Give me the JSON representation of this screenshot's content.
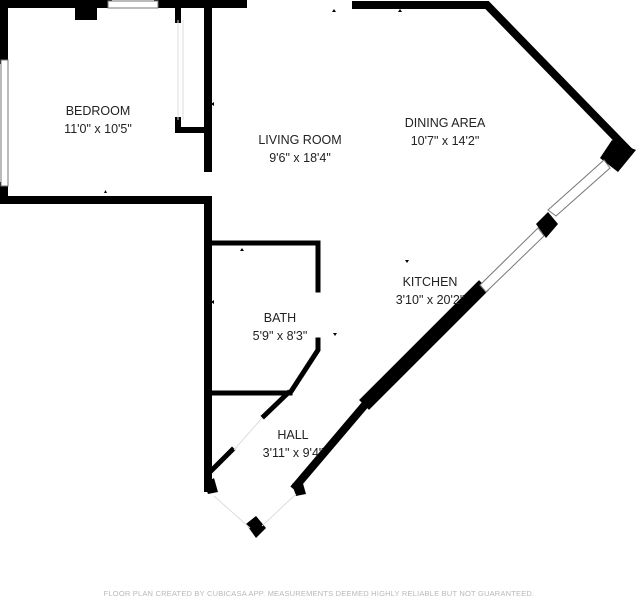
{
  "rooms": [
    {
      "name": "BEDROOM",
      "size": "11'0\" x 10'5\""
    },
    {
      "name": "LIVING ROOM",
      "size": "9'6\" x 18'4\""
    },
    {
      "name": "DINING AREA",
      "size": "10'7\" x 14'2\""
    },
    {
      "name": "KITCHEN",
      "size": "3'10\" x 20'2\""
    },
    {
      "name": "BATH",
      "size": "5'9\" x 8'3\""
    },
    {
      "name": "HALL",
      "size": "3'11\" x 9'4\""
    }
  ],
  "footer": "FLOOR PLAN CREATED BY CUBICASA APP. MEASUREMENTS DEEMED HIGHLY RELIABLE BUT NOT GUARANTEED."
}
